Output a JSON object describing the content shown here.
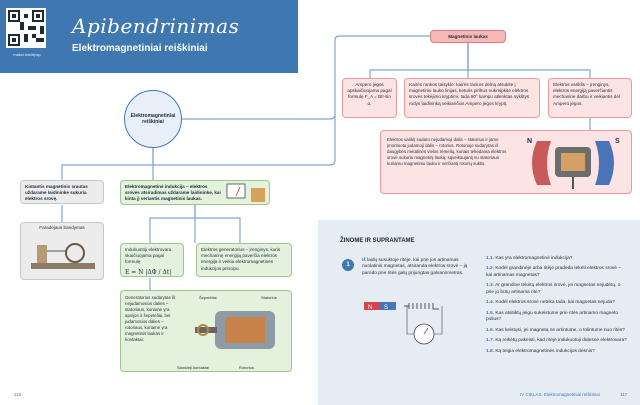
{
  "header": {
    "title": "Apibendrinimas",
    "subtitle": "Elektromagnetiniai reiškiniai",
    "qr_caption": "maksl.link/bpsp"
  },
  "center_node": "Elektromagnetiniai reiškiniai",
  "magnetic_field": {
    "title": "Magnetinis laukas",
    "box1": "Ampero jėgos apskaičiuojama pagal formulę F_A = BIl·sin α.",
    "box2": "Kairės rankos taisyklė: kairės rankos delną atsukite į magnetinio lauko linijas, keturis pirštus nukreipkite elektros srovės tekėjimo kryptimi, tada 90° kampu atlenktas nykštys rodys laidininką veikiančios Ampero jėgos kryptį.",
    "box3": "Elektros variklis – įrenginys, elektros energiją paverčiantis mechanine darbu ir veikiantis dėl Ampero jėgos.",
    "motor_text": "Elektros variklį sudaro nejudamoji dalis – statorius ir jame įmontuota judamoji dalis – rotorius. Rotoriuje sudarytas iš daugybės metalinės vielos rėmelių, kuriais tekėdama elektros srovė sukuria magnetinį lauką, sąveikaujantį su statoriaus kuriamu magnetiniu lauku ir verčiantį rotorių suktis."
  },
  "left_column": {
    "changing_field": "Kintantis magnetinis srautas uždarame laidininke sukuria elektros srovę.",
    "faraday_title": "Faradėjaus bandymas",
    "induction": "Elektromagnetinė indukcija – elektros srovės atsiradimas uždarame laidininke, kai kinta jį veriantis magnetinis laukas.",
    "induced_voltage": "Indukuotoji elektrovara skaičiuojama pagal formulę",
    "formula": "E = N |ΔΦ / Δt|",
    "generator": "Elektros generatorius – įrenginys, kuris mechaninę energiją paverčia elektros energija ir veikia elektromagnetinės indukcijos principu.",
    "generator_parts": "Generatorius sudarytas iš nejudamosios dalies – statoriaus, kuriame yra apvijos ir šepetėliai, bei judamosios dalies – rotoriaus, kuriame yra magnetinis laukas ir kontaktai.",
    "label_brush": "Šepetėliai",
    "label_stator": "Statorius",
    "label_ring": "Slankieji kontaktai",
    "label_rotor": "Rotorius"
  },
  "questions": {
    "heading": "ŽINOME IR SUPRANTAME",
    "intro_num": "1",
    "intro": "Iš laidų susuktoje ritėje, kai prie jos artinamas nuolatinis magnetas, atsiranda elektros srovė – ją parodo prie ritės galų prijungtas galvanometras.",
    "items": [
      {
        "num": "1.1.",
        "text": "Kas yra elektromagnetinė indukcija?"
      },
      {
        "num": "1.2.",
        "text": "Kodėl grandinėje arba ritėje pradeda tekėti elektros srovė – kai artinamas magnetas?"
      },
      {
        "num": "1.3.",
        "text": "Ar grandine tekėtų elektros srovė, jei magnetas nejudėtų, o prie jo būtų artinama ritė?"
      },
      {
        "num": "1.4.",
        "text": "Kodėl elektros srovė neteka tada, kai magnetas nejuda?"
      },
      {
        "num": "1.5.",
        "text": "Kas atsitiktų jeigu sukeistume prie ritės artinamo magneto polius?"
      },
      {
        "num": "1.6.",
        "text": "Kas keistųsi, jei magnetą ne artintume, o tolintume nuo ritės?"
      },
      {
        "num": "1.7.",
        "text": "Ką reikėtų pakeisti, kad ritėje indukuotoji didesnė elektrovara?"
      },
      {
        "num": "1.8.",
        "text": "Ką teigia elektromagnetinės indukcijos dėsnis?"
      }
    ]
  },
  "footer": {
    "left_page": "116",
    "chapter": "IV CIKLAS. Elektromagnetiniai reiškiniai",
    "right_page": "117"
  },
  "colors": {
    "header": "#3f78b1",
    "pink": "#fde4e4",
    "green": "#e4f1dd",
    "panel": "#e6ecf3"
  }
}
